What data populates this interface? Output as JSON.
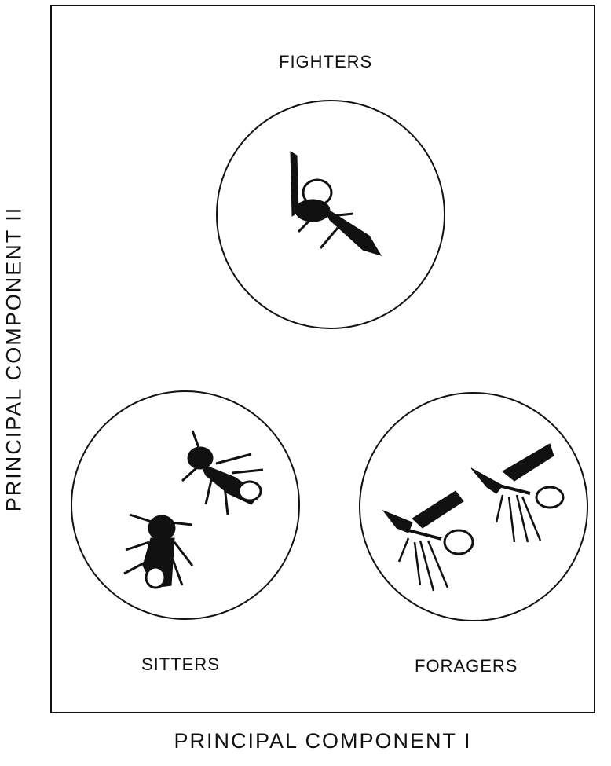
{
  "figure": {
    "xlabel": "PRINCIPAL COMPONENT I",
    "ylabel": "PRINCIPAL COMPONENT II",
    "clusters": [
      {
        "label": "FIGHTERS",
        "icon": "fighting-wasps-icon"
      },
      {
        "label": "SITTERS",
        "icon": "sitting-wasps-icon"
      },
      {
        "label": "FORAGERS",
        "icon": "foraging-wasps-icon"
      }
    ]
  },
  "colors": {
    "ink": "#111111",
    "background": "#ffffff"
  }
}
